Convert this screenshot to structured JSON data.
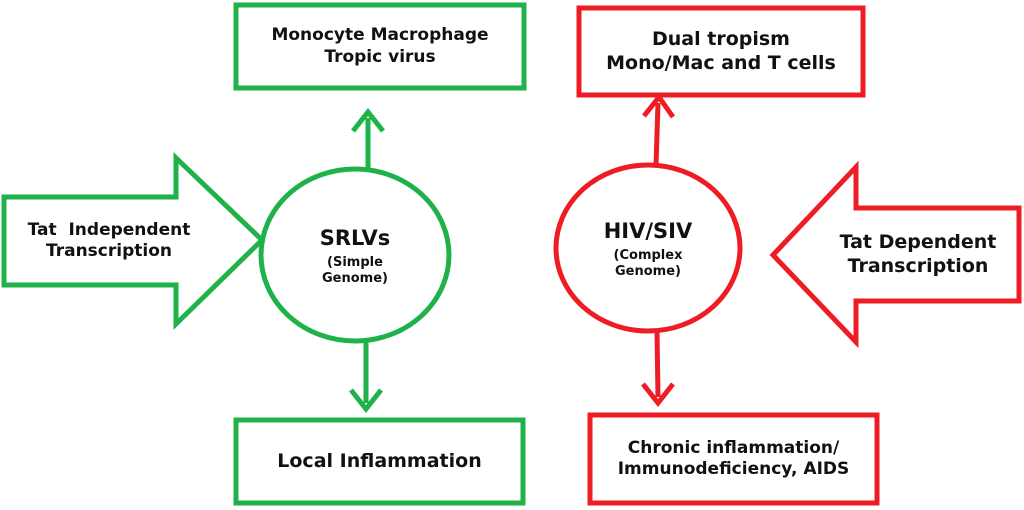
{
  "colors": {
    "green": "#1fb24a",
    "red": "#ee1c24"
  },
  "left": {
    "top_box": {
      "line1": "Monocyte Macrophage",
      "line2": "Tropic virus"
    },
    "center": {
      "title": "SRLVs",
      "sub1": "(Simple",
      "sub2": "Genome)"
    },
    "arrow": {
      "line1": "Tat  Independent",
      "line2": "Transcription"
    },
    "bottom_box": {
      "line1": "Local Inflammation"
    }
  },
  "right": {
    "top_box": {
      "line1": "Dual tropism",
      "line2": "Mono/Mac and T cells"
    },
    "center": {
      "title": "HIV/SIV",
      "sub1": "(Complex",
      "sub2": "Genome)"
    },
    "arrow": {
      "line1": "Tat Dependent",
      "line2": "Transcription"
    },
    "bottom_box": {
      "line1": "Chronic inflammation/",
      "line2": "Immunodeficiency, AIDS"
    }
  }
}
